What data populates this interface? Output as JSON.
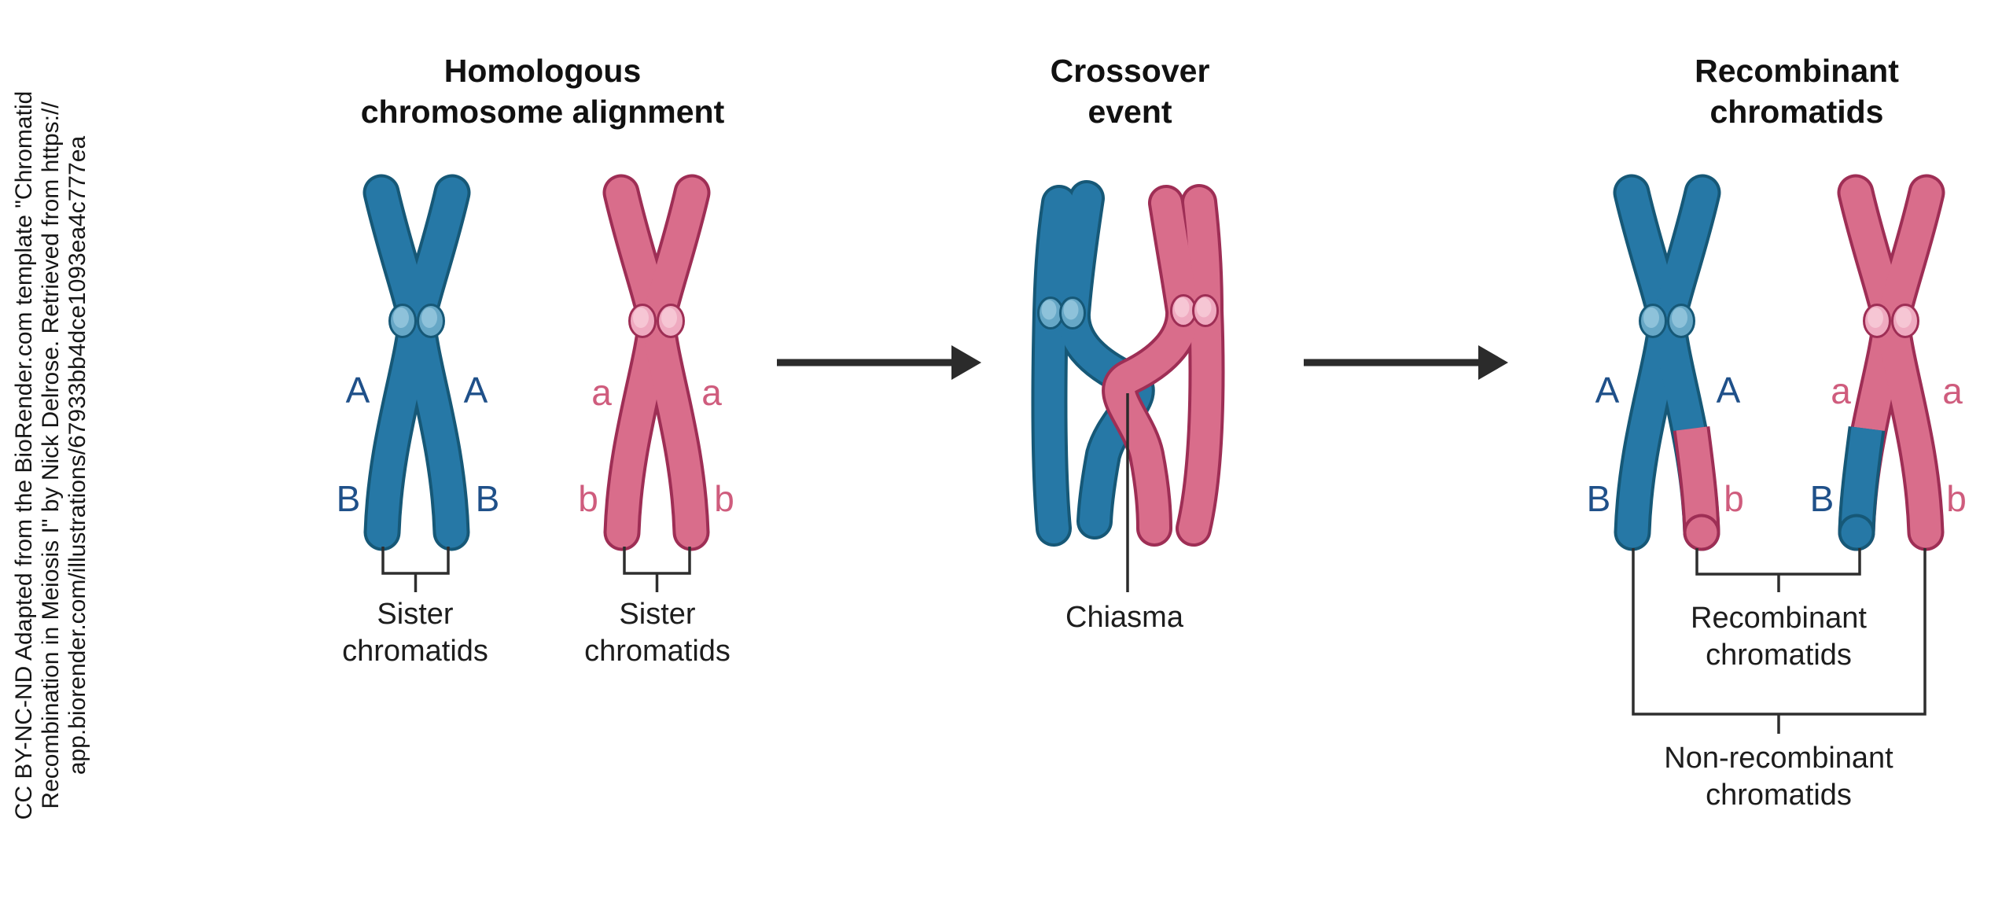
{
  "attribution": {
    "line1": "CC BY-NC-ND Adapted from the BioRender.com template \"Chromatid",
    "line2": "Recombination in Meiosis I\" by Nick Delrose. Retrieved from https://",
    "line3": "app.biorender.com/illustrations/67933bb4dce1093ea4c777ea"
  },
  "alignment": {
    "title": [
      "Homologous",
      "chromosome alignment"
    ],
    "blue": {
      "alleles": {
        "tl": "A",
        "tr": "A",
        "bl": "B",
        "br": "B"
      },
      "caption": [
        "Sister",
        "chromatids"
      ]
    },
    "pink": {
      "alleles": {
        "tl": "a",
        "tr": "a",
        "bl": "b",
        "br": "b"
      },
      "caption": [
        "Sister",
        "chromatids"
      ]
    }
  },
  "crossover": {
    "title": [
      "Crossover",
      "event"
    ],
    "label": "Chiasma"
  },
  "recombinant": {
    "title": [
      "Recombinant",
      "chromatids"
    ],
    "blue": {
      "alleles": {
        "tl": "A",
        "tr": "A",
        "bl": "B",
        "br": "b"
      }
    },
    "pink": {
      "alleles": {
        "tl": "a",
        "tr": "a",
        "bl": "B",
        "br": "b"
      }
    },
    "inner_caption": [
      "Recombinant",
      "chromatids"
    ],
    "outer_caption": [
      "Non-recombinant",
      "chromatids"
    ]
  },
  "colors": {
    "blue_body": "#2678a6",
    "blue_outline": "#165877",
    "blue_centromere": "#66a7c6",
    "blue_centromere_inner": "#8ec2da",
    "blue_label": "#1f5089",
    "pink_body": "#d96d8b",
    "pink_outline": "#9e2e55",
    "pink_centromere": "#efaac0",
    "pink_centromere_inner": "#f6c6d4",
    "pink_label": "#cf5c7d",
    "line": "#2b2b2b",
    "text": "#1a1a1a"
  }
}
